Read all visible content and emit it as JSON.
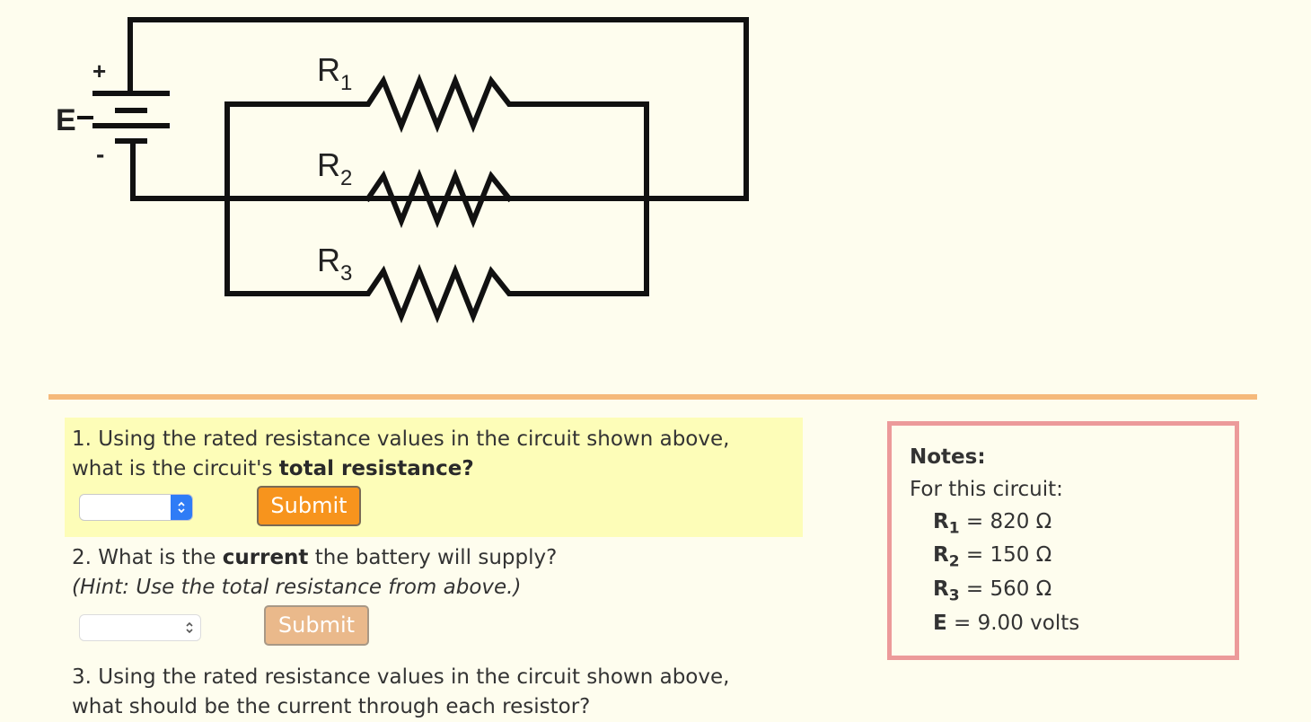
{
  "circuit": {
    "battery_label": "E",
    "plus": "+",
    "minus": "-",
    "resistors": [
      {
        "letter": "R",
        "sub": "1"
      },
      {
        "letter": "R",
        "sub": "2"
      },
      {
        "letter": "R",
        "sub": "3"
      }
    ]
  },
  "questions": [
    {
      "number": "1.",
      "line1": "Using the rated resistance values in the circuit shown above,",
      "line2_pre": "what is the circuit's ",
      "line2_bold": "total resistance?",
      "select_value": "",
      "submit_label": "Submit"
    },
    {
      "number": "2.",
      "line1_pre": "What is the ",
      "line1_bold": "current",
      "line1_post": " the battery will supply?",
      "hint": "(Hint: Use the total resistance from above.)",
      "select_value": "",
      "submit_label": "Submit"
    },
    {
      "number": "3.",
      "line1": "Using the rated resistance values in the circuit shown above,",
      "line2": "what should be the current through each resistor?"
    }
  ],
  "notes": {
    "title": "Notes:",
    "subtitle": "For this circuit:",
    "items": [
      {
        "label": "R",
        "sub": "1",
        "eq": " = 820 Ω"
      },
      {
        "label": "R",
        "sub": "2",
        "eq": " = 150 Ω"
      },
      {
        "label": "R",
        "sub": "3",
        "eq": " = 560 Ω"
      },
      {
        "label": "E",
        "sub": "",
        "eq": " = 9.00 volts"
      }
    ]
  },
  "colors": {
    "background": "#fefdee",
    "divider": "#f5b97b",
    "question_highlight": "#fdfdb8",
    "submit_active": "#f7941d",
    "submit_disabled": "#eab98b",
    "notes_border": "#ec9a9a",
    "select_arrow": "#2f7cf6"
  }
}
